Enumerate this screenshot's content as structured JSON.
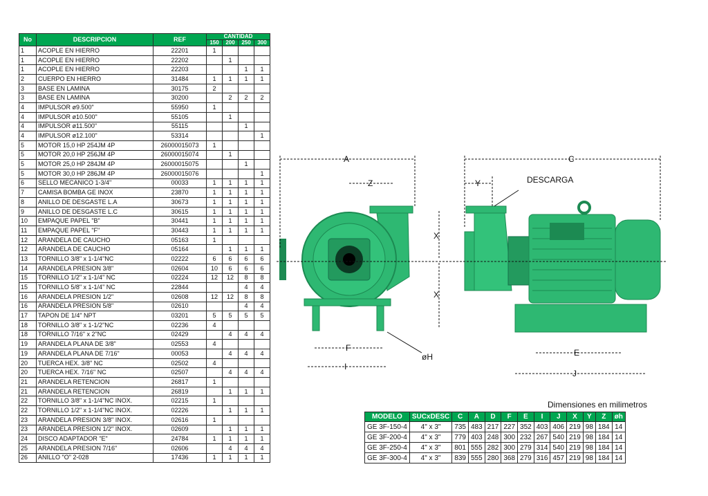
{
  "parts_table": {
    "headers": {
      "no": "No",
      "desc": "DESCRIPCION",
      "ref": "REF",
      "cantidad": "CANTIDAD",
      "sizes": [
        "150",
        "200",
        "250",
        "300"
      ]
    },
    "rows": [
      [
        "1",
        "ACOPLE EN HIERRO",
        "22201",
        "1",
        "",
        "",
        ""
      ],
      [
        "1",
        "ACOPLE EN HIERRO",
        "22202",
        "",
        "1",
        "",
        ""
      ],
      [
        "1",
        "ACOPLE EN HIERRO",
        "22203",
        "",
        "",
        "1",
        "1"
      ],
      [
        "2",
        "CUERPO EN HIERRO",
        "31484",
        "1",
        "1",
        "1",
        "1"
      ],
      [
        "3",
        "BASE EN LAMINA",
        "30175",
        "2",
        "",
        "",
        ""
      ],
      [
        "3",
        "BASE EN LAMINA",
        "30200",
        "",
        "2",
        "2",
        "2"
      ],
      [
        "4",
        "IMPULSOR  ø9.500\"",
        "55950",
        "1",
        "",
        "",
        ""
      ],
      [
        "4",
        "IMPULSOR  ø10.500\"",
        "55105",
        "",
        "1",
        "",
        ""
      ],
      [
        "4",
        "IMPULSOR  ø11.500\"",
        "55115",
        "",
        "",
        "1",
        ""
      ],
      [
        "4",
        "IMPULSOR  ø12.100\"",
        "53314",
        "",
        "",
        "",
        "1"
      ],
      [
        "5",
        "MOTOR 15,0 HP 254JM 4P",
        "26000015073",
        "1",
        "",
        "",
        ""
      ],
      [
        "5",
        "MOTOR 20,0 HP 256JM 4P",
        "26000015074",
        "",
        "1",
        "",
        ""
      ],
      [
        "5",
        "MOTOR 25,0 HP 284JM 4P",
        "26000015075",
        "",
        "",
        "1",
        ""
      ],
      [
        "5",
        "MOTOR 30,0 HP 286JM 4P",
        "26000015076",
        "",
        "",
        "",
        "1"
      ],
      [
        "6",
        "SELLO MECANICO 1-3/4\"",
        "00033",
        "1",
        "1",
        "1",
        "1"
      ],
      [
        "7",
        "CAMISA BOMBA GE INOX",
        "23870",
        "1",
        "1",
        "1",
        "1"
      ],
      [
        "8",
        "ANILLO DE DESGASTE L.A",
        "30673",
        "1",
        "1",
        "1",
        "1"
      ],
      [
        "9",
        "ANILLO DE DESGASTE L.C",
        "30615",
        "1",
        "1",
        "1",
        "1"
      ],
      [
        "10",
        "EMPAQUE PAPEL \"B\"",
        "30441",
        "1",
        "1",
        "1",
        "1"
      ],
      [
        "11",
        "EMPAQUE PAPEL \"F\"",
        "30443",
        "1",
        "1",
        "1",
        "1"
      ],
      [
        "12",
        "ARANDELA DE CAUCHO",
        "05163",
        "1",
        "",
        "",
        ""
      ],
      [
        "12",
        "ARANDELA DE CAUCHO",
        "05164",
        "",
        "1",
        "1",
        "1"
      ],
      [
        "13",
        "TORNILLO 3/8\" x 1-1/4\"NC",
        "02222",
        "6",
        "6",
        "6",
        "6"
      ],
      [
        "14",
        "ARANDELA PRESION 3/8\"",
        "02604",
        "10",
        "6",
        "6",
        "6"
      ],
      [
        "15",
        "TORNILLO 1/2\" x 1-1/4\" NC",
        "02224",
        "12",
        "12",
        "8",
        "8"
      ],
      [
        "15",
        "TORNILLO 5/8\" x 1-1/4\" NC",
        "22844",
        "",
        "",
        "4",
        "4"
      ],
      [
        "16",
        "ARANDELA PRESION 1/2\"",
        "02608",
        "12",
        "12",
        "8",
        "8"
      ],
      [
        "16",
        "ARANDELA PRESION 5/8\"",
        "02610",
        "",
        "",
        "4",
        "4"
      ],
      [
        "17",
        "TAPON DE 1/4\" NPT",
        "03201",
        "5",
        "5",
        "5",
        "5"
      ],
      [
        "18",
        "TORNILLO 3/8\" x 1-1/2\"NC",
        "02236",
        "4",
        "",
        "",
        ""
      ],
      [
        "18",
        "TORNILLO 7/16\" x 2\"NC",
        "02429",
        "",
        "4",
        "4",
        "4"
      ],
      [
        "19",
        "ARANDELA PLANA DE 3/8\"",
        "02553",
        "4",
        "",
        "",
        ""
      ],
      [
        "19",
        "ARANDELA PLANA DE 7/16\"",
        "00053",
        "",
        "4",
        "4",
        "4"
      ],
      [
        "20",
        "TUERCA HEX. 3/8\" NC",
        "02502",
        "4",
        "",
        "",
        ""
      ],
      [
        "20",
        "TUERCA HEX. 7/16\" NC",
        "02507",
        "",
        "4",
        "4",
        "4"
      ],
      [
        "21",
        "ARANDELA RETENCION",
        "26817",
        "1",
        "",
        "",
        ""
      ],
      [
        "21",
        "ARANDELA RETENCION",
        "26819",
        "",
        "1",
        "1",
        "1"
      ],
      [
        "22",
        "TORNILLO 3/8\" x 1-1/4\"NC INOX.",
        "02215",
        "1",
        "",
        "",
        ""
      ],
      [
        "22",
        "TORNILLO 1/2\" x 1-1/4\"NC INOX.",
        "02226",
        "",
        "1",
        "1",
        "1"
      ],
      [
        "23",
        "ARANDELA PRESION 3/8\" INOX.",
        "02616",
        "1",
        "",
        "",
        ""
      ],
      [
        "23",
        "ARANDELA PRESION 1/2\" INOX.",
        "02609",
        "",
        "1",
        "1",
        "1"
      ],
      [
        "24",
        "DISCO ADAPTADOR \"E\"",
        "24784",
        "1",
        "1",
        "1",
        "1"
      ],
      [
        "25",
        "ARANDELA PRESION 7/16\"",
        "02606",
        "",
        "4",
        "4",
        "4"
      ],
      [
        "26",
        "ANILLO \"O\" 2-028",
        "17436",
        "1",
        "1",
        "1",
        "1"
      ]
    ]
  },
  "drawing_labels": {
    "A": "A",
    "C": "C",
    "Z": "Z",
    "Y": "Y",
    "X": "X",
    "F": "F",
    "I": "I",
    "E": "E",
    "J": "J",
    "OH": "øH",
    "descarga": "DESCARGA"
  },
  "dimensions": {
    "title": "Dimensiones en milimetros",
    "headers": [
      "MODELO",
      "SUCxDESC",
      "C",
      "A",
      "D",
      "F",
      "E",
      "I",
      "J",
      "X",
      "Y",
      "Z",
      "øh"
    ],
    "rows": [
      [
        "GE 3F-150-4",
        "4\" x 3\"",
        "735",
        "483",
        "217",
        "227",
        "352",
        "403",
        "406",
        "219",
        "98",
        "184",
        "14"
      ],
      [
        "GE 3F-200-4",
        "4\" x 3\"",
        "779",
        "403",
        "248",
        "300",
        "232",
        "267",
        "540",
        "219",
        "98",
        "184",
        "14"
      ],
      [
        "GE 3F-250-4",
        "4\" x 3\"",
        "801",
        "555",
        "282",
        "300",
        "279",
        "314",
        "540",
        "219",
        "98",
        "184",
        "14"
      ],
      [
        "GE 3F-300-4",
        "4\" x 3\"",
        "839",
        "555",
        "280",
        "368",
        "279",
        "316",
        "457",
        "219",
        "98",
        "184",
        "14"
      ]
    ]
  },
  "colors": {
    "accent": "#00a651",
    "pump_green": "#2eb872",
    "pump_dark": "#1c8a52"
  }
}
